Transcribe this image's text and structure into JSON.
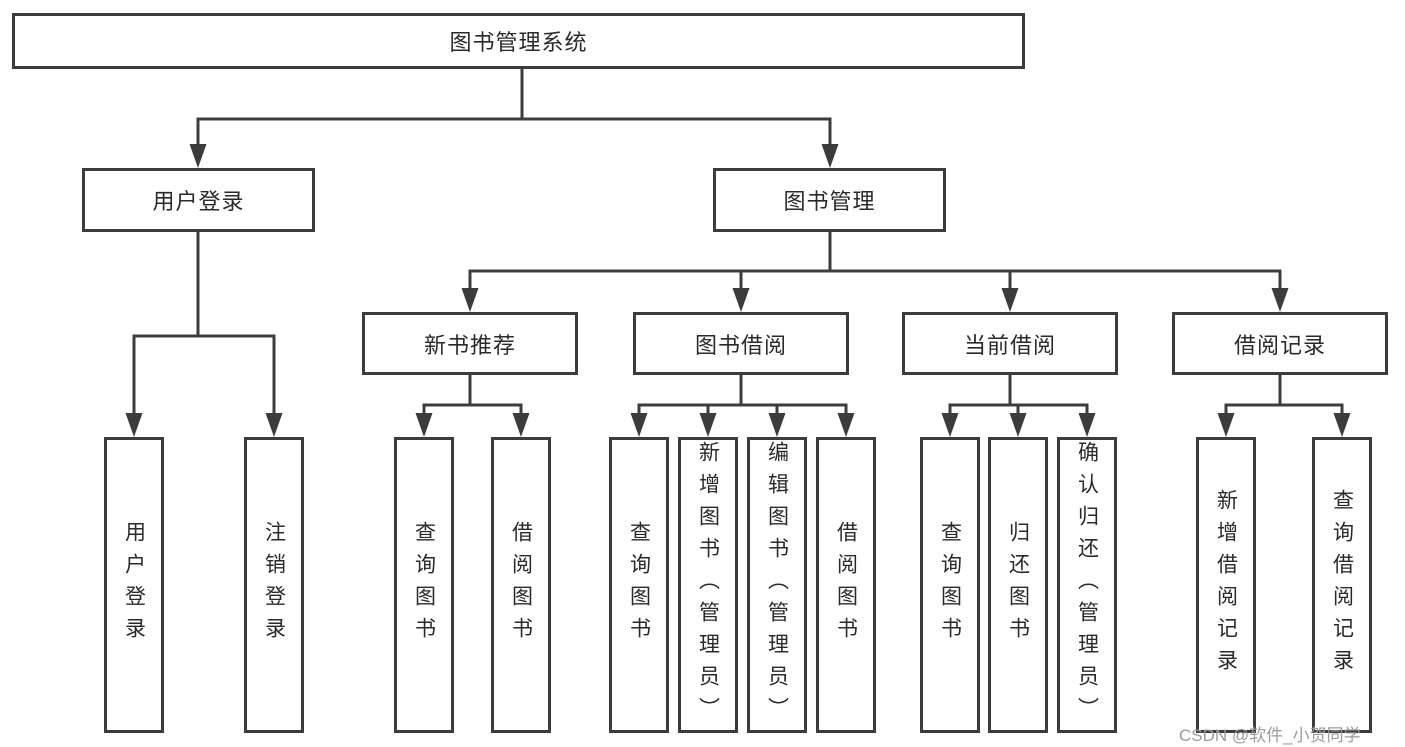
{
  "colors": {
    "bg": "#ffffff",
    "line": "#3c3c3c",
    "text": "#2a2a2a",
    "watermark": "#9b9b9b"
  },
  "watermark": {
    "text": "CSDN @软件_小贺同学"
  },
  "diagram": {
    "type": "hierarchy-tree",
    "root": "图书管理系统",
    "level2": [
      {
        "label": "用户登录",
        "children": [
          {
            "label": "用户登录"
          },
          {
            "label": "注销登录"
          }
        ]
      },
      {
        "label": "图书管理",
        "children": [
          {
            "label": "新书推荐",
            "children": [
              {
                "label": "查询图书"
              },
              {
                "label": "借阅图书"
              }
            ]
          },
          {
            "label": "图书借阅",
            "children": [
              {
                "label": "查询图书"
              },
              {
                "label": "新增图书（管理员）"
              },
              {
                "label": "编辑图书（管理员）"
              },
              {
                "label": "借阅图书"
              }
            ]
          },
          {
            "label": "当前借阅",
            "children": [
              {
                "label": "查询图书"
              },
              {
                "label": "归还图书"
              },
              {
                "label": "确认归还（管理员）"
              }
            ]
          },
          {
            "label": "借阅记录",
            "children": [
              {
                "label": "新增借阅记录"
              },
              {
                "label": "查询借阅记录"
              }
            ]
          }
        ]
      }
    ]
  }
}
